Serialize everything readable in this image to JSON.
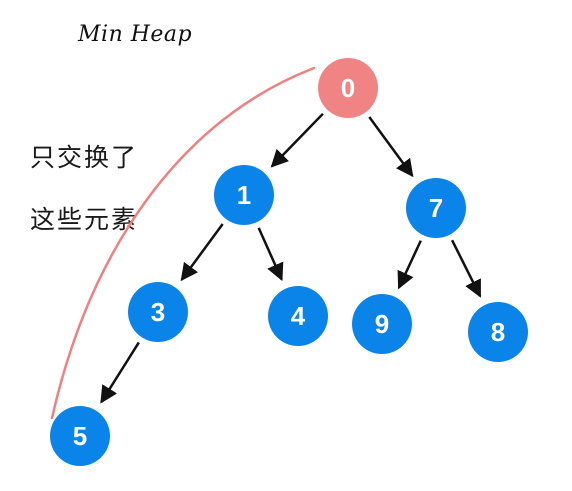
{
  "title": "Min Heap",
  "note": {
    "line1": "只交换了",
    "line2": "这些元素"
  },
  "colors": {
    "node": "#0a84e8",
    "highlight_node": "#f08484",
    "edge": "#111111",
    "swap_path": "#f08080"
  },
  "nodes": [
    {
      "id": "n0",
      "label": "0",
      "highlight": true
    },
    {
      "id": "n1",
      "label": "1",
      "highlight": false
    },
    {
      "id": "n7",
      "label": "7",
      "highlight": false
    },
    {
      "id": "n3",
      "label": "3",
      "highlight": false
    },
    {
      "id": "n4",
      "label": "4",
      "highlight": false
    },
    {
      "id": "n9",
      "label": "9",
      "highlight": false
    },
    {
      "id": "n8",
      "label": "8",
      "highlight": false
    },
    {
      "id": "n5",
      "label": "5",
      "highlight": false
    }
  ],
  "edges": [
    {
      "from": "n0",
      "to": "n1"
    },
    {
      "from": "n0",
      "to": "n7"
    },
    {
      "from": "n1",
      "to": "n3"
    },
    {
      "from": "n1",
      "to": "n4"
    },
    {
      "from": "n7",
      "to": "n9"
    },
    {
      "from": "n7",
      "to": "n8"
    },
    {
      "from": "n3",
      "to": "n5"
    }
  ]
}
